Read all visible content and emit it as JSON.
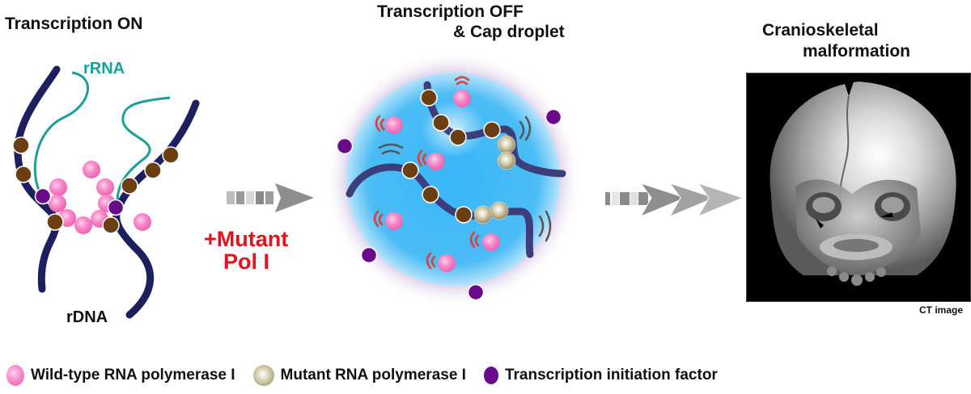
{
  "panels": {
    "left": {
      "title": "Transcription ON",
      "rrna_label": "rRNA",
      "rdna_label": "rDNA"
    },
    "arrow1": {
      "label_line1": "+Mutant",
      "label_line2": "Pol I"
    },
    "middle": {
      "title_line1": "Transcription OFF",
      "title_line2": "& Cap droplet"
    },
    "right": {
      "title_line1": "Cranioskeletal",
      "title_line2": "malformation",
      "image_caption": "CT image"
    }
  },
  "legend": [
    {
      "label": "Wild-type RNA polymerase I",
      "icon": "pink-sphere"
    },
    {
      "label": "Mutant RNA polymerase I",
      "icon": "olive-sphere"
    },
    {
      "label": "Transcription initiation factor",
      "icon": "purple-dot"
    }
  ],
  "colors": {
    "dna": "#1e1f5e",
    "rrna": "#1aa098",
    "wild_type_pol": "#f47fc0",
    "mutant_pol": "#a89c6c",
    "initiation_factor": "#6a0a8a",
    "nucleosome": "#6b3f12",
    "droplet": "#3bb7f5",
    "mutant_label": "#e0141e",
    "arrow": "#8a8a8a"
  }
}
